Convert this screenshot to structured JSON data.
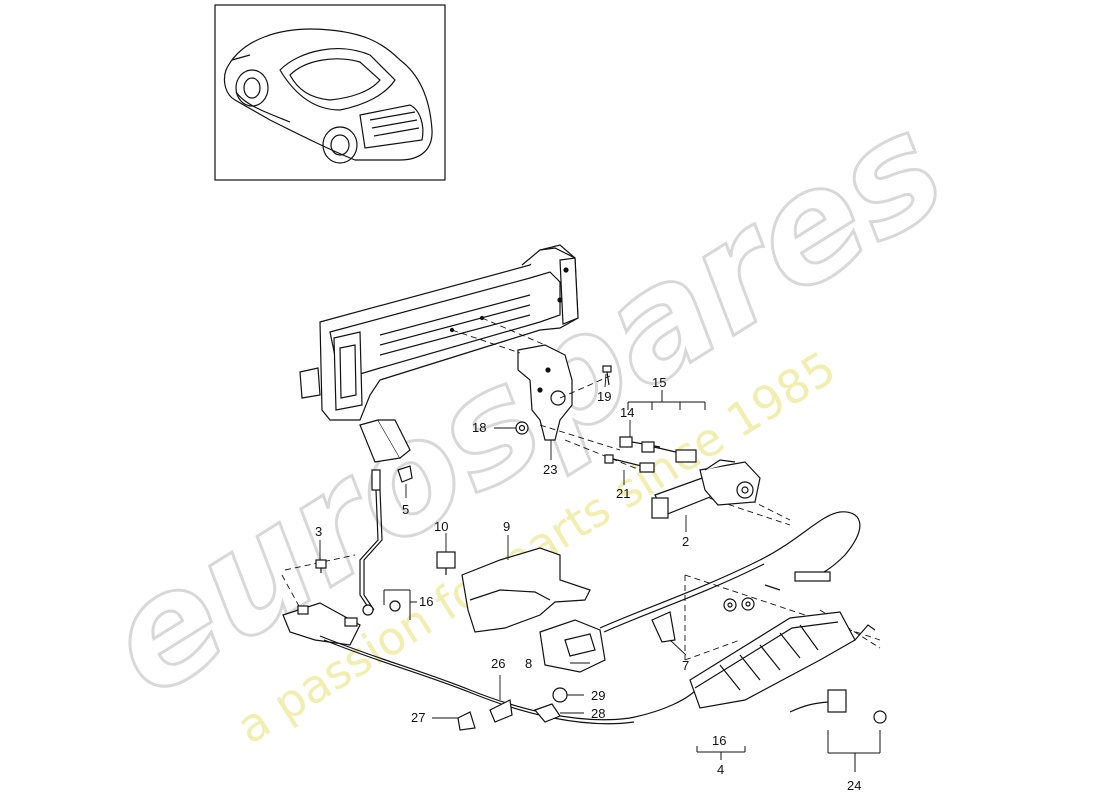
{
  "watermark": {
    "brand": "eurospares",
    "tagline": "a passion for parts since 1985",
    "brand_color": "#d8d8d8",
    "tagline_color": "#f2eeb0"
  },
  "inset": {
    "icon": "convertible-car-icon"
  },
  "labels": {
    "p2": "2",
    "p3": "3",
    "p4": "4",
    "p5": "5",
    "p7": "7",
    "p8": "8",
    "p9": "9",
    "p10": "10",
    "p14": "14",
    "p15": "15",
    "p16a": "16",
    "p16b": "16",
    "p18": "18",
    "p19": "19",
    "p21": "21",
    "p23": "23",
    "p24": "24",
    "p26": "26",
    "p27": "27",
    "p28": "28",
    "p29": "29"
  }
}
